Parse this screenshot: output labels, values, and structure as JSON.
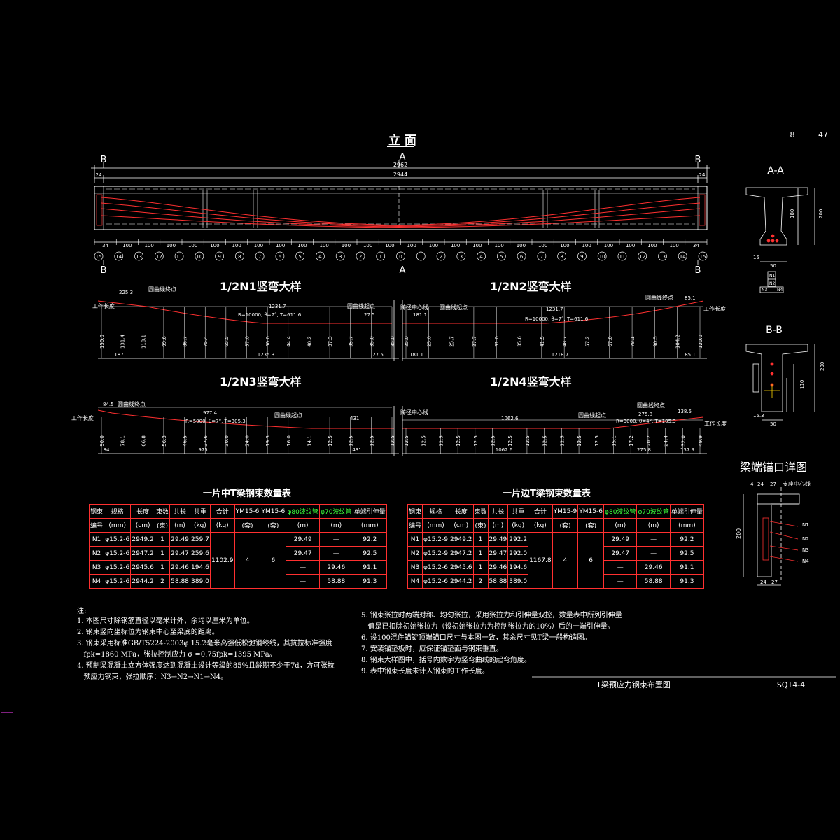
{
  "header": {
    "page_num": "8",
    "page_total": "47"
  },
  "elevation": {
    "title": "立 面",
    "marks": {
      "b": "B",
      "a": "A"
    },
    "dims": {
      "top_total": "2962",
      "top_inner": "2944",
      "end_left": "24",
      "end_right": "24"
    },
    "station_labels": [
      "34",
      "100",
      "100",
      "100",
      "100",
      "100",
      "100",
      "100",
      "100",
      "100",
      "100",
      "100",
      "100",
      "100",
      "100",
      "100",
      "100",
      "100",
      "100",
      "100",
      "100",
      "100",
      "100",
      "100",
      "100",
      "100",
      "100",
      "34"
    ],
    "section_nums": [
      "15",
      "14",
      "13",
      "12",
      "11",
      "10",
      "9",
      "8",
      "7",
      "6",
      "5",
      "4",
      "3",
      "2",
      "1",
      "0",
      "1",
      "2",
      "3",
      "4",
      "5",
      "6",
      "7",
      "8",
      "9",
      "10",
      "11",
      "12",
      "13",
      "14",
      "15"
    ],
    "tendons": [
      "N1",
      "N2",
      "N3",
      "N4"
    ]
  },
  "details": {
    "n1": {
      "title": "1/2N1竖弯大样",
      "work_len": "工作长度",
      "curve_end": "圆曲线终点",
      "curve_start": "圆曲线起点",
      "mid": "跨径中心线",
      "r_label": "R=10000, θ=7°, T=611.6",
      "seg1": "225.3",
      "seg2": "1231.7",
      "seg3": "27.5",
      "heights": [
        "150.0",
        "131.4",
        "113.1",
        "99.6",
        "86.7",
        "75.4",
        "65.5",
        "57.0",
        "50.0",
        "44.4",
        "40.2",
        "37.3",
        "35.7",
        "35.0",
        "35.0"
      ],
      "bottom": [
        "187",
        "1235.3",
        "27.5"
      ]
    },
    "n2": {
      "title": "1/2N2竖弯大样",
      "work_len": "工作长度",
      "curve_end": "圆曲线终点",
      "curve_start": "圆曲线起点",
      "mid": "跨径中心线",
      "r_label": "R=10000, θ=7°, T=611.6",
      "seg1": "1231.7",
      "seg2": "85.1",
      "seg3": "181.1",
      "heights": [
        "25.0",
        "25.0",
        "25.7",
        "27.7",
        "31.0",
        "35.6",
        "41.5",
        "48.7",
        "57.2",
        "67.0",
        "78.1",
        "90.5",
        "104.2",
        "120.0"
      ],
      "bottom": [
        "181.1",
        "1218.7",
        "85.1"
      ]
    },
    "n3": {
      "title": "1/2N3竖弯大样",
      "work_len": "工作长度",
      "curve_end": "圆曲线终点",
      "curve_start": "圆曲线起点",
      "mid": "跨径中心线",
      "r_label": "R=5000, θ=7°, T=305.3",
      "seg1": "84.5",
      "seg2": "977.4",
      "seg3": "431",
      "heights": [
        "90.0",
        "78.1",
        "66.8",
        "56.3",
        "46.5",
        "37.6",
        "30.0",
        "24.0",
        "19.3",
        "16.0",
        "14.1",
        "12.5",
        "12.5",
        "12.5",
        "12.5"
      ],
      "bottom": [
        "84",
        "975",
        "431"
      ]
    },
    "n4": {
      "title": "1/2N4竖弯大样",
      "work_len": "工作长度",
      "curve_end": "圆曲线终点",
      "curve_start": "圆曲线起点",
      "mid": "跨径中心线",
      "r_label": "R=3000, θ=4°, T=105.3",
      "seg1": "1062.6",
      "seg2": "275.8",
      "seg3": "138.5",
      "heights": [
        "12.5",
        "12.5",
        "12.5",
        "12.5",
        "12.5",
        "12.5",
        "12.5",
        "12.5",
        "12.5",
        "12.5",
        "12.5",
        "12.5",
        "15.1",
        "17.2",
        "20.2",
        "24.4",
        "32.0",
        "49.9"
      ],
      "bottom": [
        "1062.6",
        "275.8",
        "137.9"
      ]
    }
  },
  "sections": {
    "aa": {
      "title": "A-A",
      "dims": [
        "200",
        "180",
        "15",
        "50"
      ],
      "labels": [
        "N1",
        "N2",
        "N3",
        "N4"
      ]
    },
    "bb": {
      "title": "B-B",
      "dims": [
        "200",
        "110",
        "50",
        "15.3"
      ]
    },
    "anchor": {
      "title": "梁端锚口详图",
      "center": "支座中心线",
      "dims": [
        "4",
        "24",
        "27",
        "200",
        "24",
        "27"
      ],
      "labels": [
        "N1",
        "N2",
        "N3",
        "N4"
      ]
    }
  },
  "table_mid": {
    "title": "一片中T梁钢束数量表",
    "head1": [
      "钢束",
      "规格",
      "长度",
      "束数",
      "共长",
      "共重",
      "合计",
      "YM15-6",
      "YM15-6",
      "φ80波纹管",
      "φ70波纹管",
      "单端引伸量"
    ],
    "head2": [
      "编号",
      "(mm)",
      "(cm)",
      "(束)",
      "(m)",
      "(kg)",
      "(kg)",
      "(套)",
      "(套)",
      "(m)",
      "(m)",
      "(mm)"
    ],
    "rows": [
      [
        "N1",
        "φ15.2-6",
        "2949.2",
        "1",
        "29.49",
        "259.7",
        "29.49",
        "—",
        "92.2"
      ],
      [
        "N2",
        "φ15.2-6",
        "2947.2",
        "1",
        "29.47",
        "259.6",
        "29.47",
        "—",
        "92.5"
      ],
      [
        "N3",
        "φ15.2-6",
        "2945.6",
        "1",
        "29.46",
        "194.6",
        "—",
        "29.46",
        "91.1"
      ],
      [
        "N4",
        "φ15.2-6",
        "2944.2",
        "2",
        "58.88",
        "389.0",
        "—",
        "58.88",
        "91.3"
      ]
    ],
    "total": "1102.9",
    "ym1": "4",
    "ym2": "6"
  },
  "table_side": {
    "title": "一片边T梁钢束数量表",
    "head1": [
      "钢束",
      "规格",
      "长度",
      "束数",
      "共长",
      "共重",
      "合计",
      "YM15-9",
      "YM15-6",
      "φ80波纹管",
      "φ70波纹管",
      "单端引伸量"
    ],
    "head2": [
      "编号",
      "(mm)",
      "(cm)",
      "(束)",
      "(m)",
      "(kg)",
      "(kg)",
      "(套)",
      "(套)",
      "(m)",
      "(m)",
      "(mm)"
    ],
    "rows": [
      [
        "N1",
        "φ15.2-9",
        "2949.2",
        "1",
        "29.49",
        "292.2",
        "29.49",
        "—",
        "92.2"
      ],
      [
        "N2",
        "φ15.2-9",
        "2947.2",
        "1",
        "29.47",
        "292.0",
        "29.47",
        "—",
        "92.5"
      ],
      [
        "N3",
        "φ15.2-6",
        "2945.6",
        "1",
        "29.46",
        "194.6",
        "—",
        "29.46",
        "91.1"
      ],
      [
        "N4",
        "φ15.2-6",
        "2944.2",
        "2",
        "58.88",
        "389.0",
        "—",
        "58.88",
        "91.3"
      ]
    ],
    "total": "1167.8",
    "ym1": "4",
    "ym2": "6"
  },
  "notes": {
    "head": "注:",
    "left": "1. 本图尺寸除钢筋直径以毫米计外，余均以厘米为单位。\n2. 钢束竖向坐标位为钢束中心至梁底的距离。\n3. 钢束采用标准GB/T5224-2003φ 15.2毫米高强低松弛钢绞线，其抗拉标准强度\n   fpk=1860 MPa，张拉控制应力 σ =0.75fpk=1395 MPa。\n4. 预制梁混凝土立方体强度达到混凝土设计等级的85%且龄期不少于7d，方可张拉\n   预应力钢束，张拉顺序：N3→N2→N1→N4。",
    "right": "5. 钢束张拉时两端对称、均匀张拉，采用张拉力和引伸量双控，数量表中所列引伸量\n   值是已扣除初始张拉力（设初始张拉力为控制张拉力的10%）后的一端引伸量。\n6. 设100混件锚锭顶端锚口尺寸与本图一致，其余尺寸见T梁一般构造图。\n7. 安装锚垫板时，应保证锚垫面与钢束垂直。\n8. 钢束大样图中，括号内数字为竖弯曲线的起弯角度。\n9. 表中钢束长度未计入钢束的工作长度。"
  },
  "titleblock": {
    "name": "T梁预应力钢束布置图",
    "code": "SQT4-4"
  }
}
